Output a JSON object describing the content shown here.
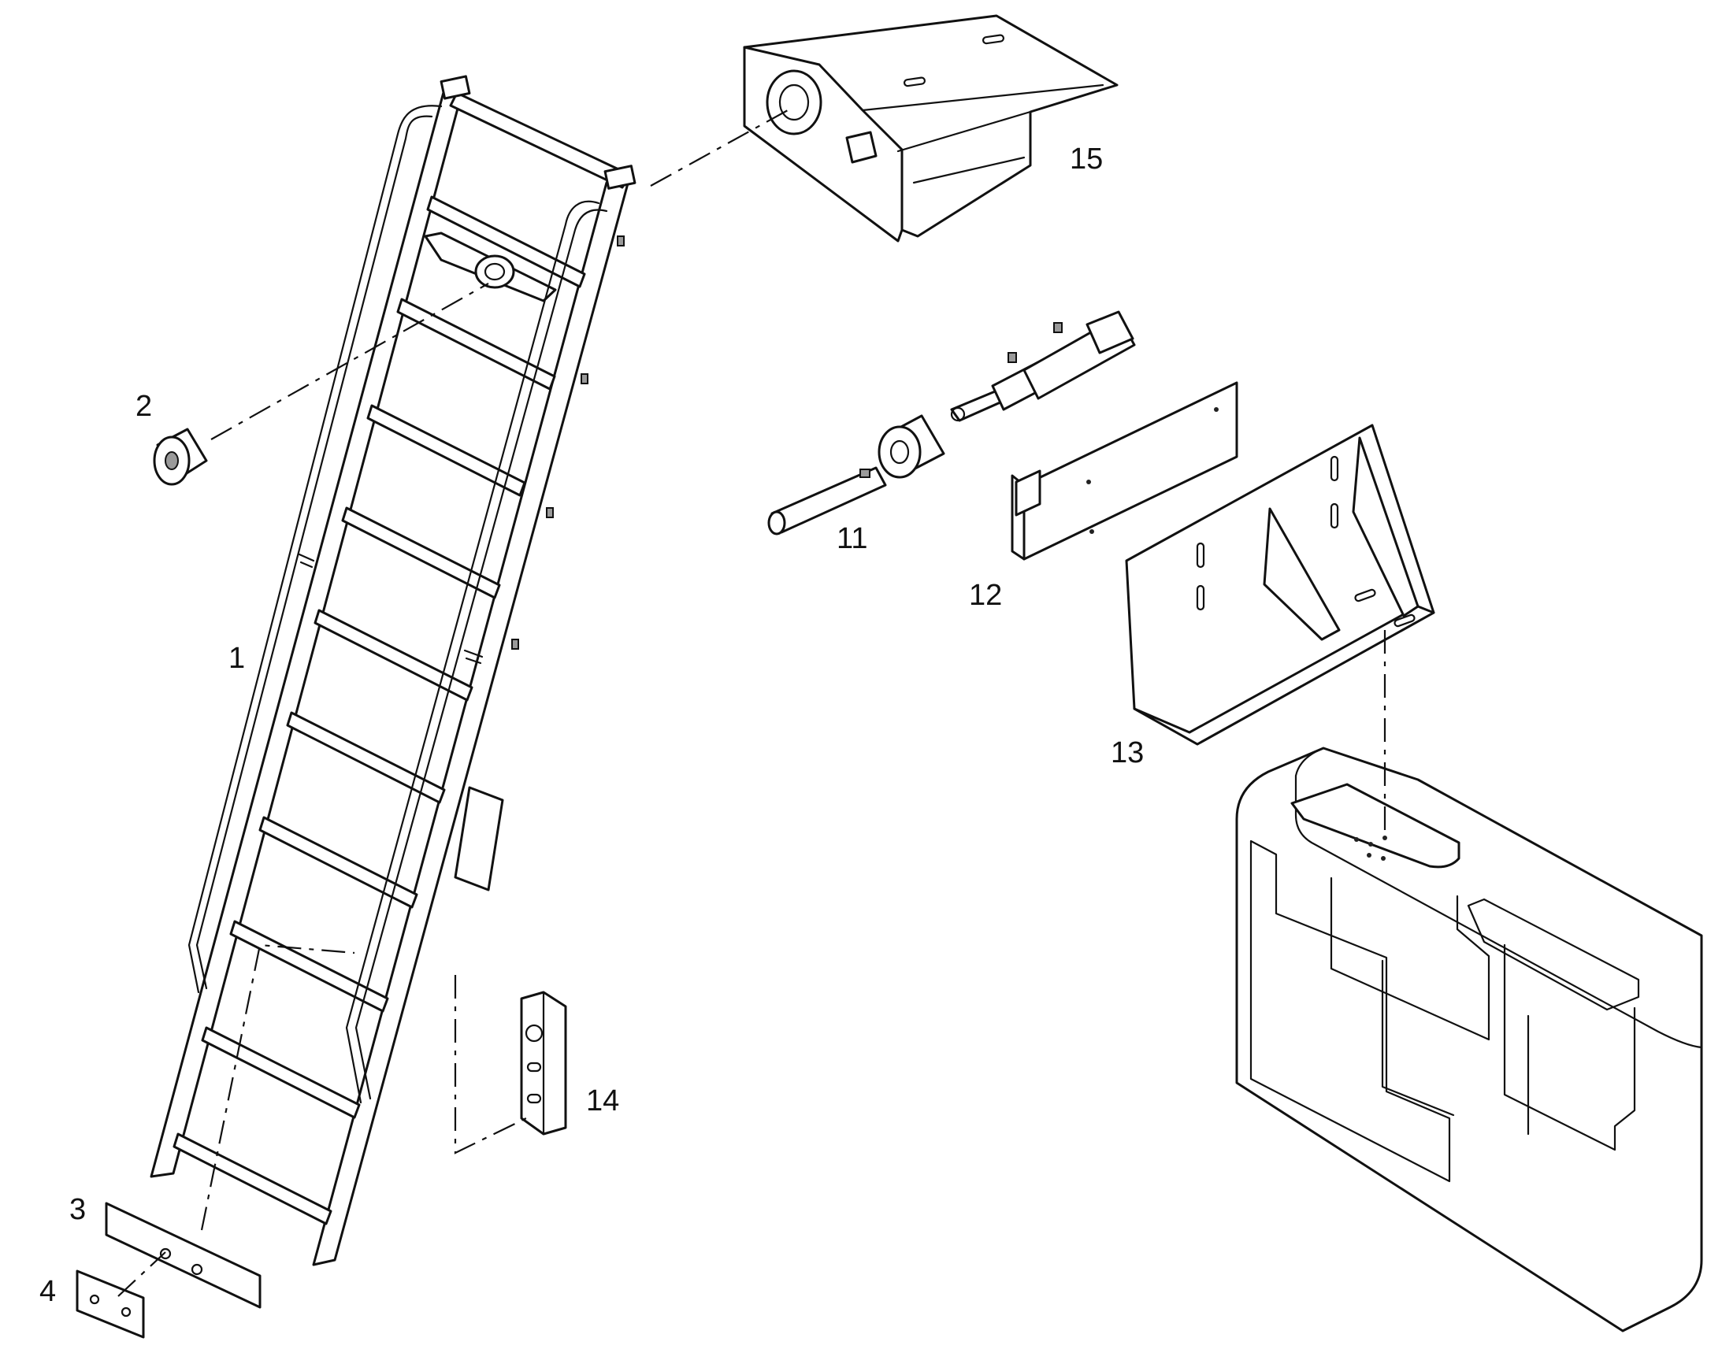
{
  "figure": {
    "callouts": [
      {
        "id": "ladder",
        "label": "1"
      },
      {
        "id": "bushing",
        "label": "2"
      },
      {
        "id": "plate",
        "label": "3"
      },
      {
        "id": "washer-plate",
        "label": "4"
      },
      {
        "id": "pin",
        "label": "11"
      },
      {
        "id": "mount-plate",
        "label": "12"
      },
      {
        "id": "bracket",
        "label": "13"
      },
      {
        "id": "hinge-clip",
        "label": "14"
      },
      {
        "id": "platform-bracket",
        "label": "15"
      }
    ]
  }
}
